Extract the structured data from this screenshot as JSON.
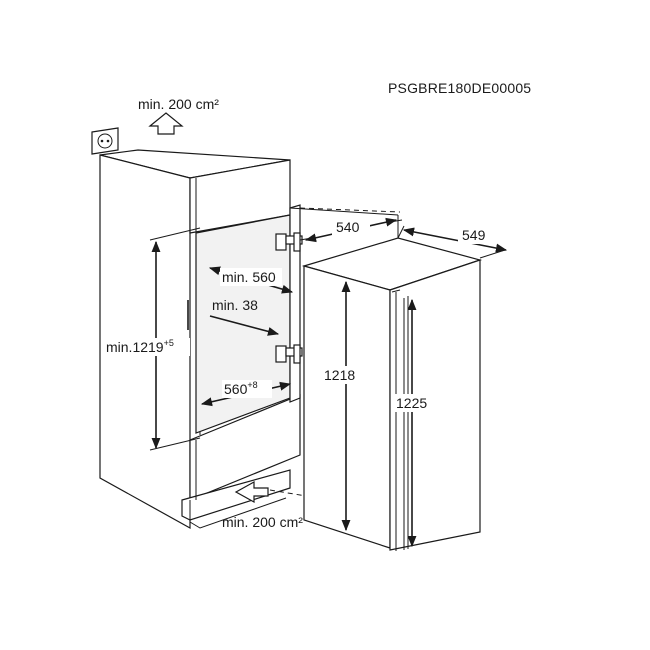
{
  "diagram": {
    "code": "PSGBRE180DE00005",
    "top_vent": "min. 200 cm²",
    "bottom_vent": "min. 200 cm²",
    "niche_height": {
      "value": "min.1219",
      "tolerance": "+5"
    },
    "niche_depth": "min. 560",
    "panel_thickness": "min. 38",
    "niche_width": {
      "value": "560",
      "tolerance": "+8"
    },
    "appliance_depth": "540",
    "appliance_depth_door": "549",
    "appliance_height": "1218",
    "appliance_height_total": "1225"
  }
}
